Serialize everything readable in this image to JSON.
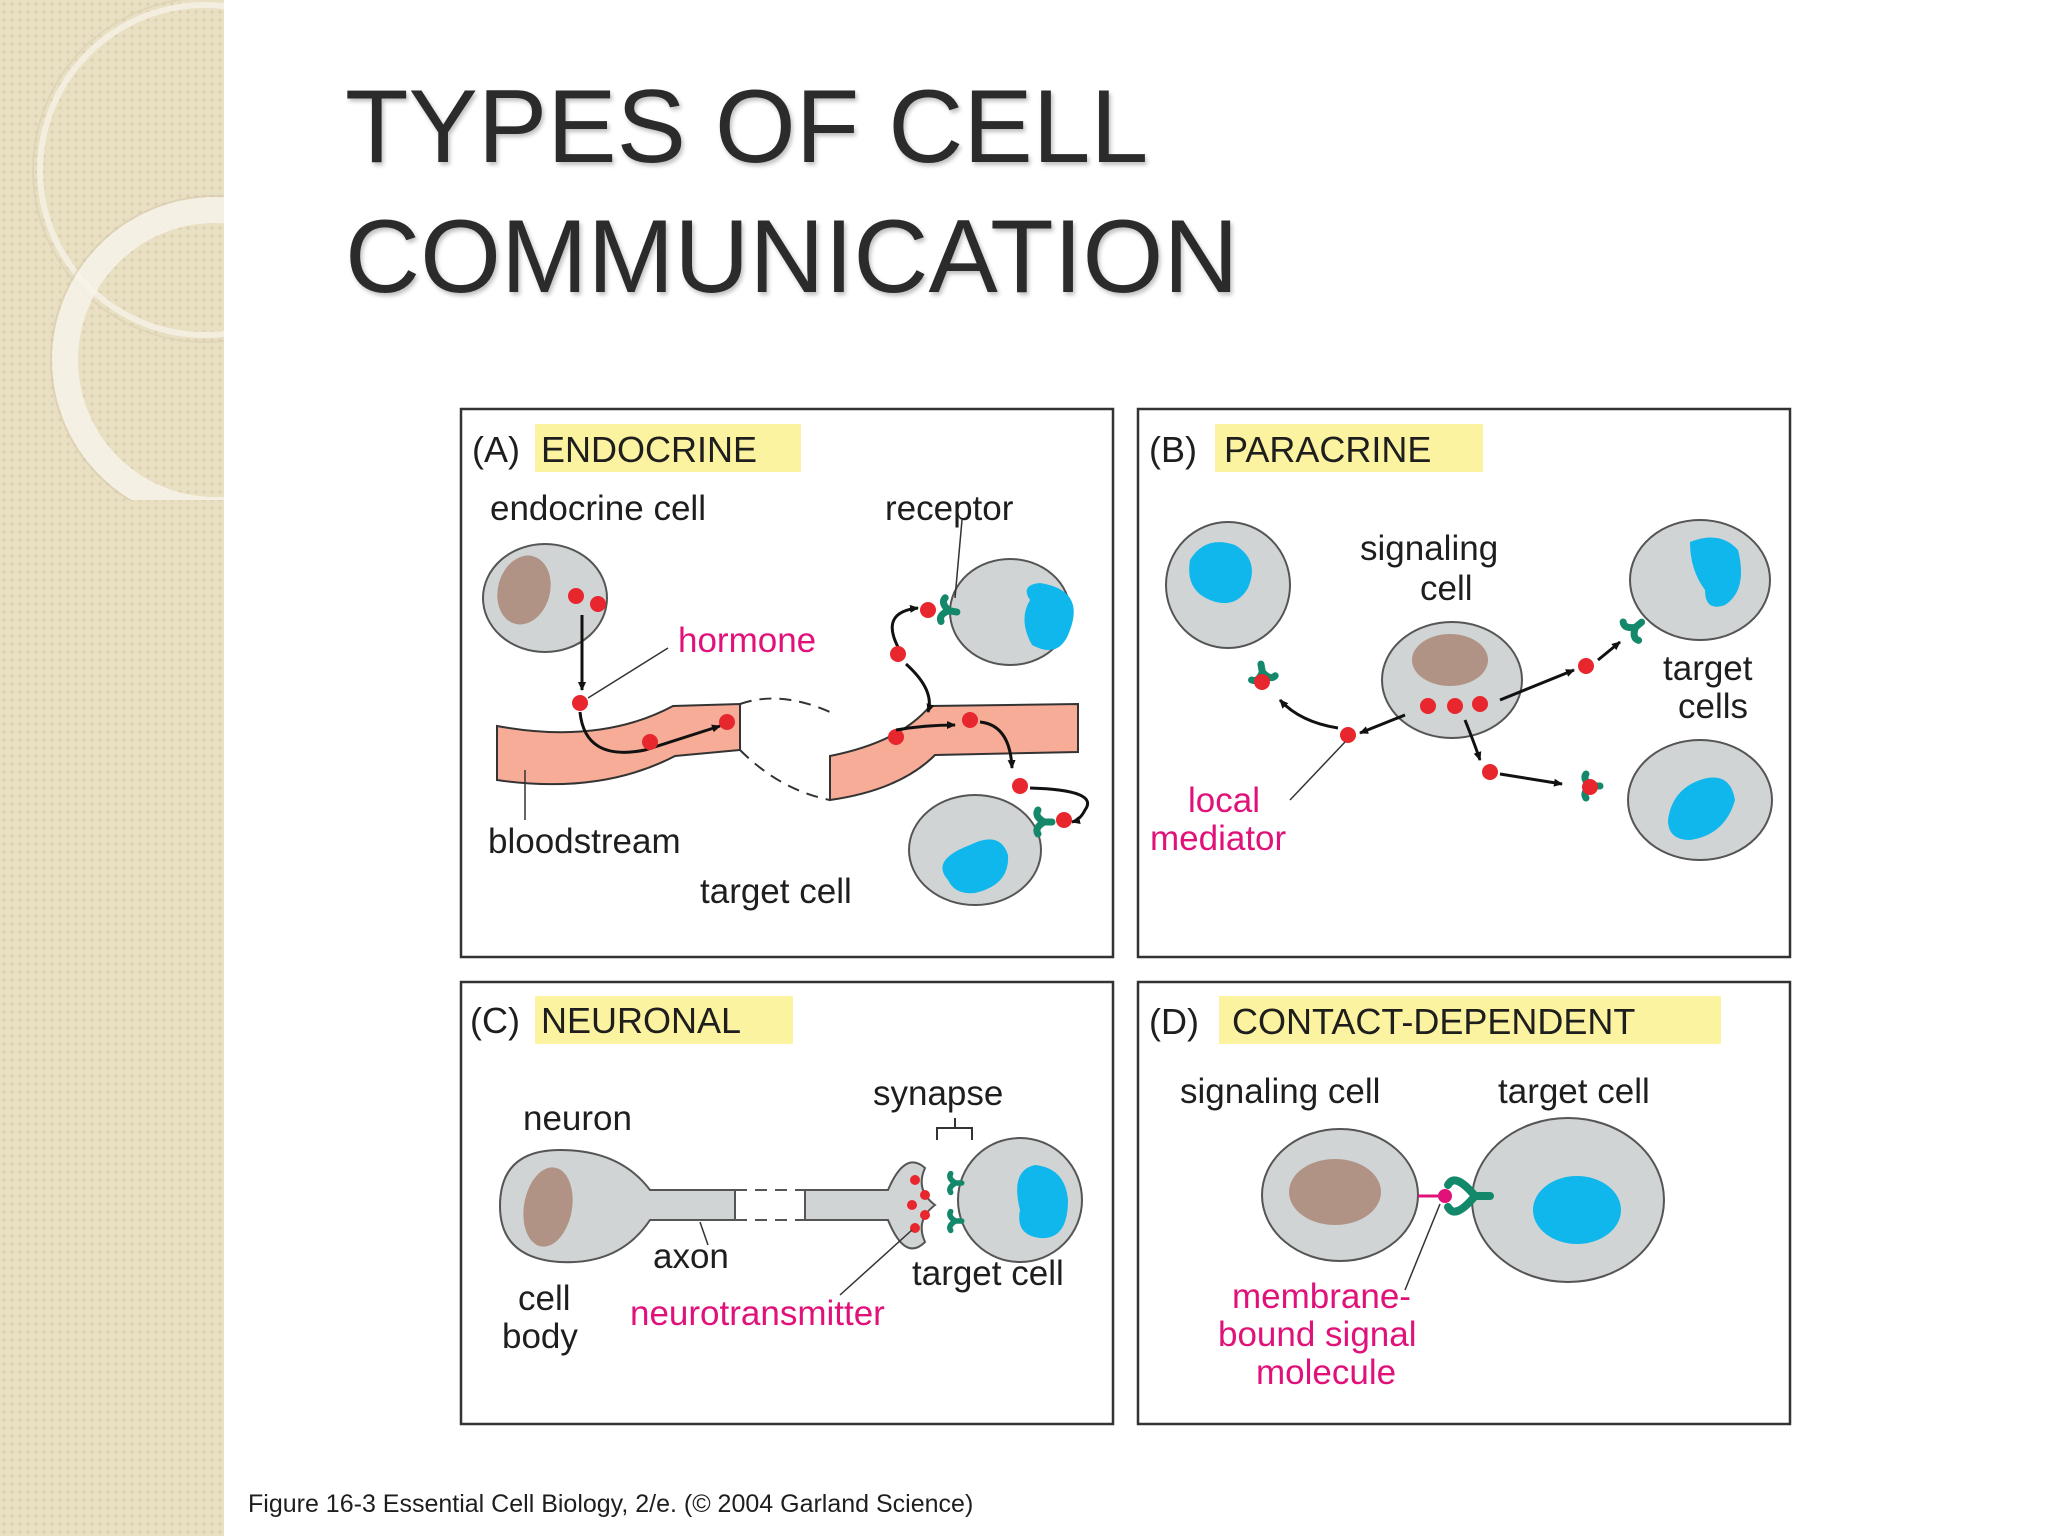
{
  "title": {
    "line1": "TYPES OF CELL",
    "line2": "COMMUNICATION"
  },
  "panels": {
    "a": {
      "letter": "(A)",
      "name": "ENDOCRINE",
      "labels": {
        "endocrine_cell": "endocrine cell",
        "receptor": "receptor",
        "hormone": "hormone",
        "bloodstream": "bloodstream",
        "target_cell": "target cell"
      }
    },
    "b": {
      "letter": "(B)",
      "name": "PARACRINE",
      "labels": {
        "signaling_1": "signaling",
        "signaling_2": "cell",
        "target_1": "target",
        "target_2": "cells",
        "local_1": "local",
        "local_2": "mediator"
      }
    },
    "c": {
      "letter": "(C)",
      "name": "NEURONAL",
      "labels": {
        "synapse": "synapse",
        "neuron": "neuron",
        "axon": "axon",
        "target_cell": "target cell",
        "cell_body_1": "cell",
        "cell_body_2": "body",
        "neurotransmitter": "neurotransmitter"
      }
    },
    "d": {
      "letter": "(D)",
      "name": "CONTACT-DEPENDENT",
      "labels": {
        "signaling_cell": "signaling cell",
        "target_cell": "target cell",
        "mb_1": "membrane-",
        "mb_2": "bound signal",
        "mb_3": "molecule"
      }
    }
  },
  "caption": "Figure 16-3  Essential Cell Biology, 2/e. (© 2004 Garland Science)",
  "colors": {
    "cell_fill": "#d0d4d4",
    "nucleus_signal": "#b09385",
    "nucleus_target": "#0fb7ec",
    "receptor": "#14886a",
    "molecule": "#e8262e",
    "magenta": "#e0127a",
    "bloodstream": "#f6ac96",
    "highlight": "#fbf3a0"
  }
}
